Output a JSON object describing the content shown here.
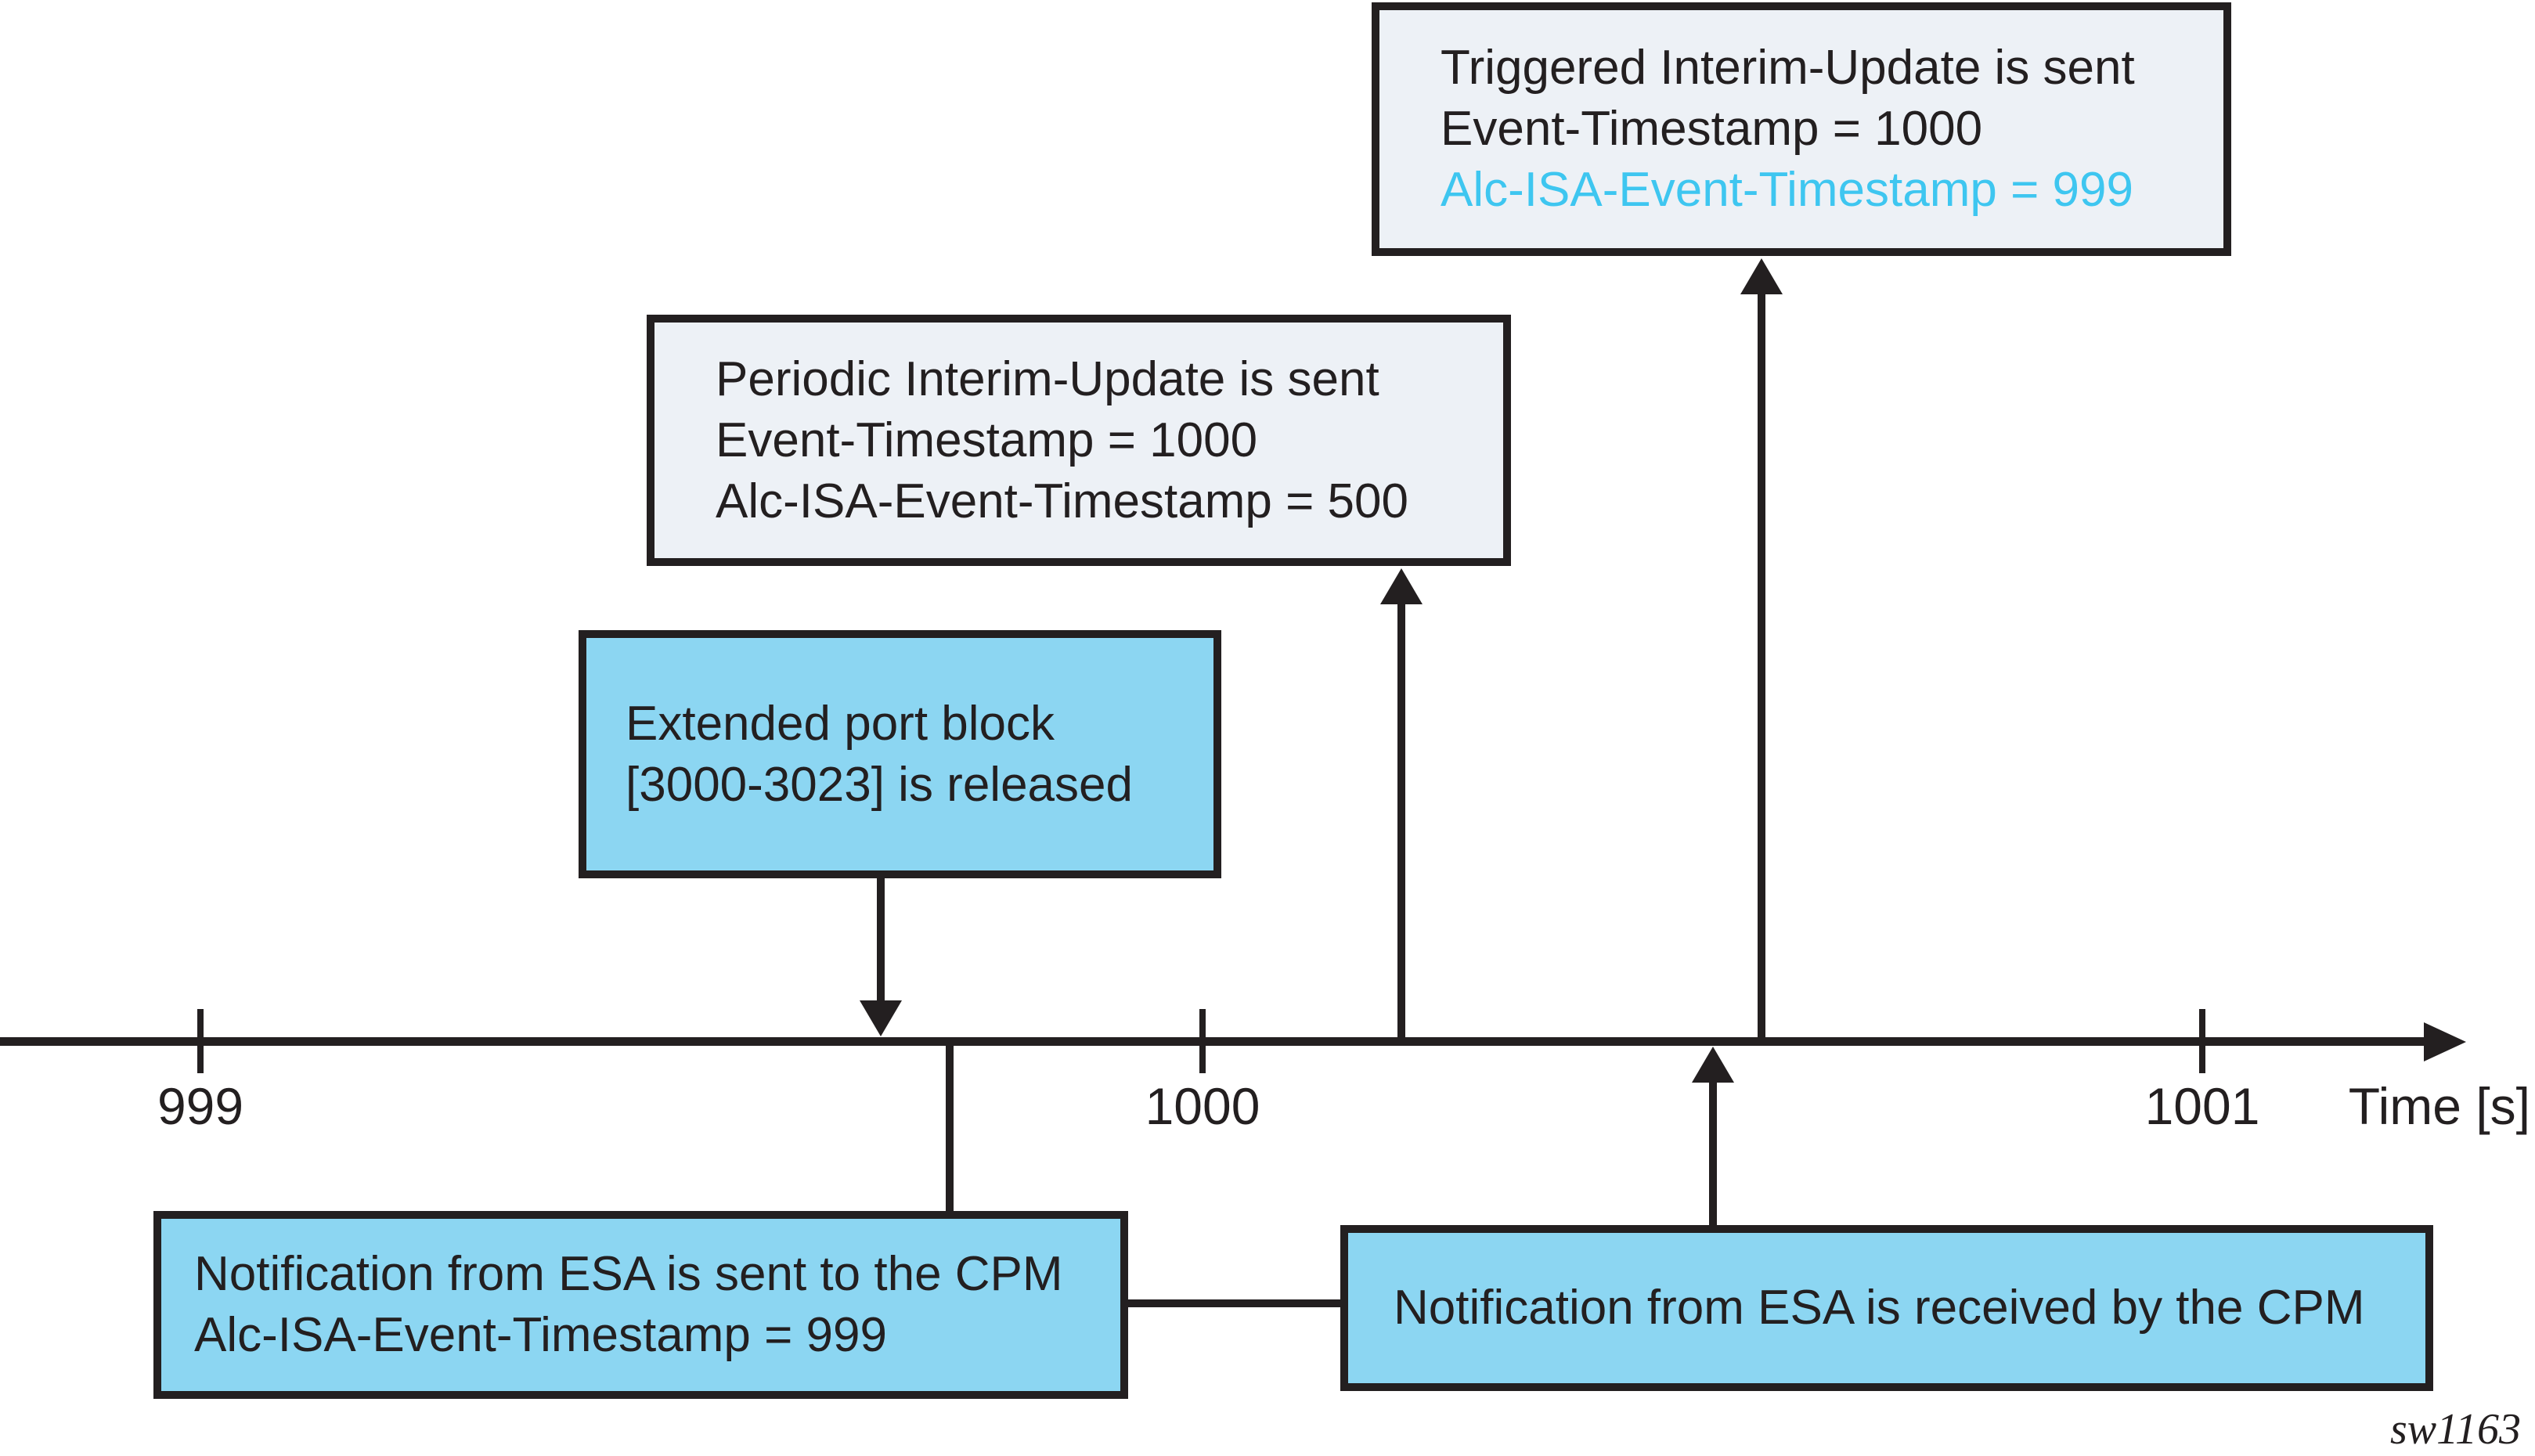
{
  "figure": {
    "type": "timeline-diagram",
    "watermark": "sw1163"
  },
  "colors": {
    "line_black": "#231F20",
    "event_box_fill_blue": "#8CD6F2",
    "update_box_fill_gray": "#EDF1F6",
    "highlight_text_cyan": "#3EC6F0",
    "background": "#FFFFFF"
  },
  "timeline": {
    "axis_label": "Time [s]",
    "ticks": [
      "999",
      "1000",
      "1001"
    ]
  },
  "boxes": {
    "triggered": {
      "lines": [
        "Triggered Interim-Update is sent",
        "Event-Timestamp = 1000",
        "Alc-ISA-Event-Timestamp = 999"
      ]
    },
    "periodic": {
      "lines": [
        "Periodic Interim-Update is sent",
        "Event-Timestamp = 1000",
        "Alc-ISA-Event-Timestamp = 500"
      ]
    },
    "extended": {
      "lines": [
        "Extended port block",
        "[3000-3023] is released"
      ]
    },
    "sent": {
      "lines": [
        "Notification from ESA is sent to the CPM",
        "Alc-ISA-Event-Timestamp = 999"
      ]
    },
    "received": {
      "lines": [
        "Notification from ESA is received by the CPM"
      ]
    }
  }
}
